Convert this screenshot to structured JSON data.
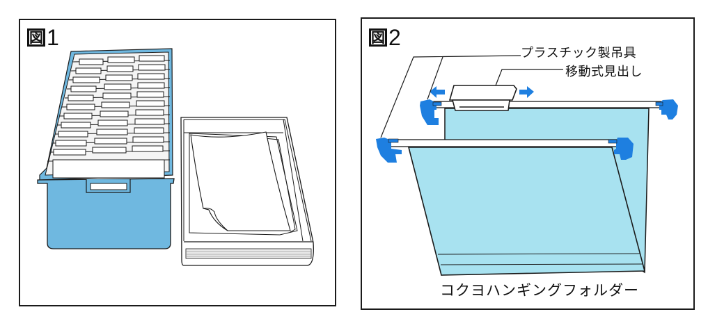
{
  "figures": [
    {
      "id": "fig1",
      "label_kanji": "図",
      "label_number": "1",
      "items": [
        {
          "name": "file-box",
          "description": "Blue hanging file box filled with folders and index tabs"
        },
        {
          "name": "paper-tray",
          "description": "Open tray holding loose paper sheets"
        }
      ]
    },
    {
      "id": "fig2",
      "label_kanji": "図",
      "label_number": "2",
      "callouts": {
        "hanger": "プラスチック製吊具",
        "index": "移動式見出し"
      },
      "caption": "コクヨハンギングフォルダー"
    }
  ],
  "colors": {
    "box_blue": "#6fb8e0",
    "folder_cyan": "#a8e2f0",
    "hanger_blue": "#1e7fe0",
    "line": "#1a1a1a"
  }
}
